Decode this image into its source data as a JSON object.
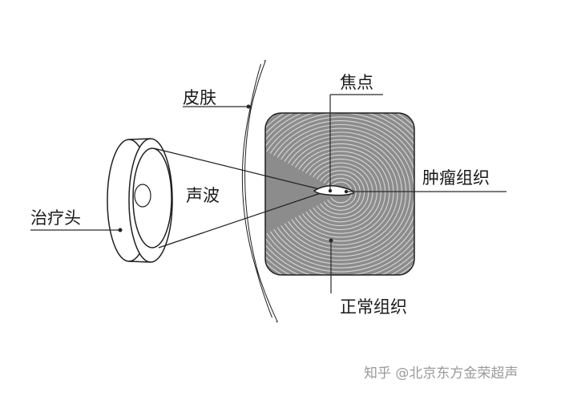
{
  "labels": {
    "skin": "皮肤",
    "focus": "焦点",
    "tumor": "肿瘤组织",
    "sound_wave": "声波",
    "transducer": "治疗头",
    "normal_tissue": "正常组织"
  },
  "watermark": "知乎 @北京东方金荣超声",
  "colors": {
    "tissue_fill": "#8c8c8c",
    "tissue_lines": "#d8d8d8",
    "outline": "#1f1f1f",
    "leader": "#2a2a2a"
  }
}
